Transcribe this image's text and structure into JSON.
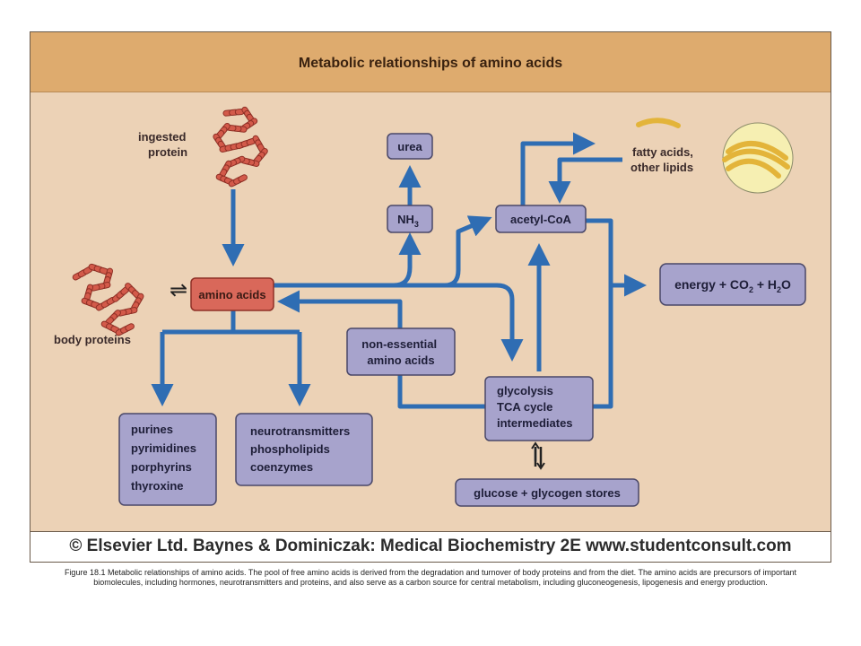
{
  "title": "Metabolic relationships of amino acids",
  "nodes": {
    "ingested_protein": "ingested\nprotein",
    "body_proteins": "body proteins",
    "amino_acids": "amino acids",
    "urea": "urea",
    "nh3_main": "NH",
    "nh3_sub": "3",
    "acetyl_coa": "acetyl-CoA",
    "fatty_acids": "fatty acids,\nother lipids",
    "energy_prefix": "energy + CO",
    "energy_sub1": "2",
    "energy_mid": " + H",
    "energy_sub2": "2",
    "energy_suffix": "O",
    "non_essential": "non-essential\namino acids",
    "glycolysis": "glycolysis\nTCA cycle\nintermediates",
    "purines": "purines\npyrimidines\nporphyrins\nthyroxine",
    "neurotransmitters": "neurotransmitters\nphospholipids\ncoenzymes",
    "glucose": "glucose + glycogen stores"
  },
  "equilibrium_symbol": "⇌",
  "colors": {
    "arrow": "#2f6db3",
    "node_fill": "#a7a3cc",
    "node_stroke": "#4a4868",
    "amino_fill": "#d9685a",
    "amino_stroke": "#8f3026",
    "panel": "#ecd2b6",
    "title_band": "#deab6e",
    "protein": "#d35a4a",
    "lipid": "#e3b43a",
    "lipid_circle": "#f6efb2"
  },
  "credit": "© Elsevier Ltd. Baynes & Dominiczak: Medical Biochemistry 2E www.studentconsult.com",
  "caption": "Figure 18.1 Metabolic relationships of amino acids. The pool of free amino acids is derived from the degradation and turnover of body proteins and from the diet. The amino acids are precursors of important biomolecules, including hormones, neurotransmitters and proteins, and also serve as a carbon source for central metabolism, including gluconeogenesis, lipogenesis and energy production."
}
